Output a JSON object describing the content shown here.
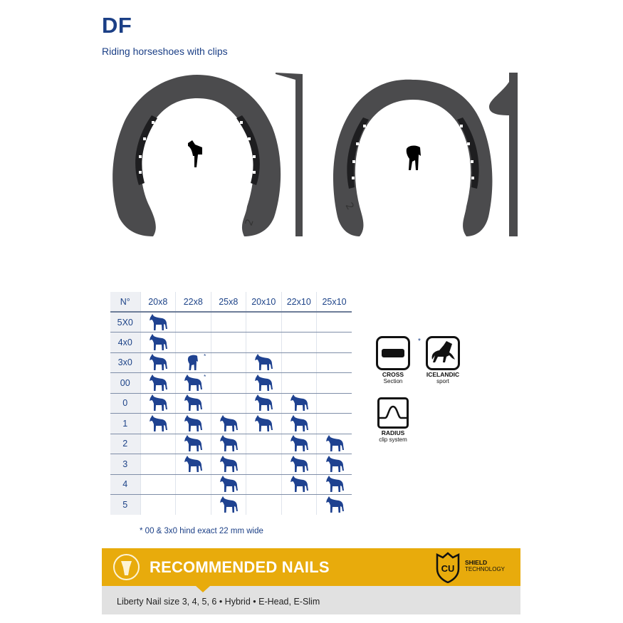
{
  "header": {
    "title": "DF",
    "subtitle": "Riding horseshoes with clips"
  },
  "images": {
    "front_shoe": {
      "stamp": "2",
      "icon": "horse-front-icon"
    },
    "hind_shoe": {
      "stamp": "2",
      "icon": "horse-hind-icon"
    }
  },
  "size_table": {
    "corner_label": "N°",
    "columns": [
      "20x8",
      "22x8",
      "25x8",
      "20x10",
      "22x10",
      "25x10"
    ],
    "rows": [
      {
        "label": "5X0",
        "cells": [
          "full",
          "",
          "",
          "",
          "",
          ""
        ]
      },
      {
        "label": "4x0",
        "cells": [
          "full",
          "",
          "",
          "",
          "",
          ""
        ]
      },
      {
        "label": "3x0",
        "cells": [
          "full",
          "hind*",
          "",
          "full",
          "",
          ""
        ]
      },
      {
        "label": "00",
        "cells": [
          "full",
          "full*",
          "",
          "full",
          "",
          ""
        ]
      },
      {
        "label": "0",
        "cells": [
          "full",
          "full",
          "",
          "full",
          "full",
          ""
        ]
      },
      {
        "label": "1",
        "cells": [
          "full",
          "full",
          "full",
          "full",
          "full",
          ""
        ]
      },
      {
        "label": "2",
        "cells": [
          "",
          "full",
          "full",
          "",
          "full",
          "full"
        ]
      },
      {
        "label": "3",
        "cells": [
          "",
          "full",
          "full",
          "",
          "full",
          "full"
        ]
      },
      {
        "label": "4",
        "cells": [
          "",
          "",
          "full",
          "",
          "full",
          "full"
        ]
      },
      {
        "label": "5",
        "cells": [
          "",
          "",
          "full",
          "",
          "",
          "full"
        ]
      }
    ],
    "footnote": "* 00 & 3x0 hind exact 22 mm wide"
  },
  "features": {
    "asterisk": "*",
    "items": [
      {
        "title": "CROSS",
        "sub": "Section"
      },
      {
        "title": "ICELANDIC",
        "sub": "sport"
      },
      {
        "title": "RADIUS",
        "sub": "clip system"
      }
    ]
  },
  "nails": {
    "heading": "RECOMMENDED NAILS",
    "badge_code": "CU",
    "badge_line1": "SHIELD",
    "badge_line2": "TECHNOLOGY",
    "description": "Liberty Nail size 3, 4, 5, 6 • Hybrid • E-Head, E-Slim"
  },
  "colors": {
    "brand_blue": "#1b3f86",
    "accent_yellow": "#e8ab0c",
    "band_grey": "#e1e1e1"
  }
}
